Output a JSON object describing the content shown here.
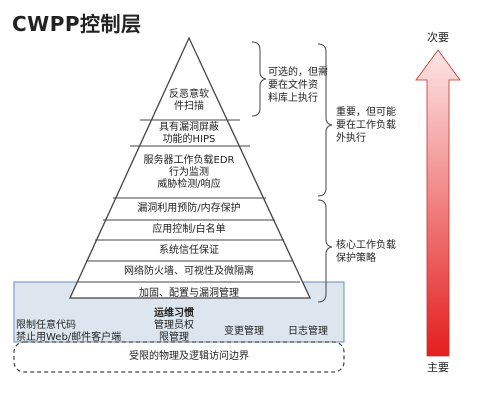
{
  "title": "CWPP控制层",
  "pyramid_layers": [
    {
      "lines": [
        "反恶意软",
        "件扫描"
      ]
    },
    {
      "lines": [
        "具有漏洞屏蔽",
        "功能的HIPS"
      ]
    },
    {
      "lines": [
        "服务器工作负载EDR",
        "行为监测",
        "威胁检测/响应"
      ]
    },
    {
      "lines": [
        "漏洞利用预防/内存保护"
      ]
    },
    {
      "lines": [
        "应用控制/白名单"
      ]
    },
    {
      "lines": [
        "系统信任保证"
      ]
    },
    {
      "lines": [
        "网络防火墙、可视性及微隔离"
      ]
    }
  ],
  "base_top": "加固、配置与漏洞管理",
  "base_items": [
    {
      "lines": [
        "限制任意代码",
        "禁止用Web/邮件客户端"
      ]
    },
    {
      "lines": [
        "运维习惯",
        "管理员权",
        "限管理"
      ]
    },
    {
      "lines": [
        "变更管理"
      ]
    },
    {
      "lines": [
        "日志管理"
      ]
    }
  ],
  "base_bottom": "受限的物理及逻辑访问边界",
  "side_notes": [
    {
      "lines": [
        "可选的，但需",
        "要在文件资",
        "料库上执行"
      ]
    },
    {
      "lines": [
        "重要，但可能",
        "要在工作负载",
        "外执行"
      ]
    },
    {
      "lines": [
        "核心工作负载",
        "保护策略"
      ]
    }
  ],
  "arrow_top_label": "次要",
  "arrow_bottom_label": "主要",
  "colors": {
    "arrow_top": "#fde4e4",
    "arrow_bottom": "#e41e1e",
    "base_fill": "#dde6ef",
    "base_border": "#6d8fb4",
    "line": "#444444"
  }
}
